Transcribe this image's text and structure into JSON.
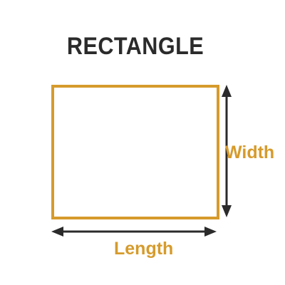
{
  "title": "RECTANGLE",
  "labels": {
    "width": "Width",
    "length": "Length"
  },
  "colors": {
    "accent": "#d69b2c",
    "title": "#2b2b2b",
    "arrow": "#2b2b2b"
  }
}
